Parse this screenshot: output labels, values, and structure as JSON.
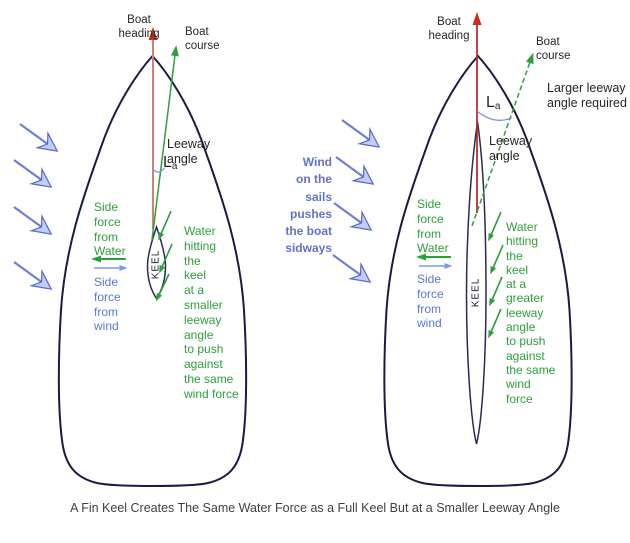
{
  "colors": {
    "background": "#ffffff",
    "hull_outline": "#1a1a45",
    "heading_arrow_red": "#c92c18",
    "heading_shaft_salmon": "#d08271",
    "course_green": "#2da03c",
    "side_wind_blue": "#5b76d8",
    "wind_text_blue": "#6272c8",
    "wind_arrow_fill": "#c3cdf5",
    "wind_arrow_stroke": "#5568cf",
    "leeway_arc_blue": "#8093e2",
    "label_dark": "#262626",
    "caption_gray": "#404040"
  },
  "caption": "A Fin Keel Creates The Same Water Force as a Full Keel But at a Smaller Leeway Angle",
  "middle": {
    "wind_text": "Wind\non the\nsails\npushes\nthe boat\nsidways"
  },
  "left_boat": {
    "heading_label": "Boat\nheading",
    "course_label": "Boat\ncourse",
    "leeway_label": "Leeway\nangle",
    "la_main": "L",
    "la_sub": "a",
    "side_force_water": "Side\nforce\nfrom\nWater",
    "side_force_wind": "Side\nforce\nfrom\nwind",
    "keel_label": "KEEL",
    "water_text": "Water\nhitting\nthe\nkeel\nat a\nsmaller\nleeway\nangle\nto push\nagainst\nthe same\nwind force"
  },
  "right_boat": {
    "heading_label": "Boat\nheading",
    "course_label": "Boat\ncourse",
    "note": "Larger leeway\nangle required",
    "leeway_label": "Leeway\nangle",
    "la_main": "L",
    "la_sub": "a",
    "side_force_water": "Side\nforce\nfrom\nWater",
    "side_force_wind": "Side\nforce\nfrom\nwind",
    "keel_label": "KEEL",
    "water_text": "Water\nhitting\nthe\nkeel\nat a\ngreater\nleeway\nangle\nto push\nagainst\nthe same\nwind\nforce"
  }
}
